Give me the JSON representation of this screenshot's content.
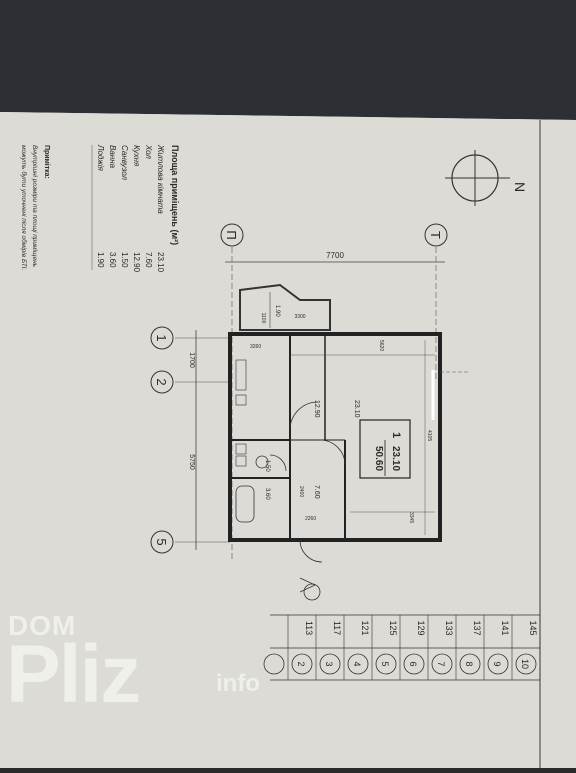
{
  "compass": {
    "north_label": "N"
  },
  "axes": {
    "letters": [
      "П",
      "Т"
    ],
    "numbers": [
      "1",
      "2",
      "5"
    ]
  },
  "dimensions": {
    "overall_width": "7700",
    "left_1": "1700",
    "left_2": "5750",
    "room_len_1": "5620",
    "room_len_2": "3345",
    "balcony": "3300",
    "balcony_w": "1.90",
    "misc_a": "3260",
    "misc_b": "2260",
    "misc_c": "4105",
    "misc_d": "2400",
    "misc_e": "1100"
  },
  "room_labels": {
    "living": "23.10",
    "kitchen": "12.90",
    "hall": "7.60",
    "bath": "3.60",
    "wc": "1.50",
    "apt_number": "1",
    "total_living": "23.10",
    "total_area": "50.60"
  },
  "legend": {
    "title": "Площа приміщень (м²)",
    "rows": [
      {
        "name": "Житлова кімната",
        "value": "23.10"
      },
      {
        "name": "Хол",
        "value": "7.60"
      },
      {
        "name": "Кухня",
        "value": "12.90"
      },
      {
        "name": "Санвузол",
        "value": "1.50"
      },
      {
        "name": "Ванна",
        "value": "3.60"
      },
      {
        "name": "Лоджія",
        "value": "1.90"
      }
    ]
  },
  "note": {
    "title": "Примітка:",
    "line1": "Внутрішні розміри та площі приміщень",
    "line2": "можуть бути уточнені після обмірів БТІ."
  },
  "grid_table": {
    "top_row": [
      "145",
      "141",
      "137",
      "133",
      "129",
      "125",
      "121",
      "117",
      "113"
    ],
    "circled": [
      "10",
      "9",
      "8",
      "7",
      "6",
      "5",
      "4",
      "3",
      "2"
    ]
  },
  "watermark": {
    "brand": "DOM",
    "name": "Pliz",
    "suffix": "info"
  }
}
